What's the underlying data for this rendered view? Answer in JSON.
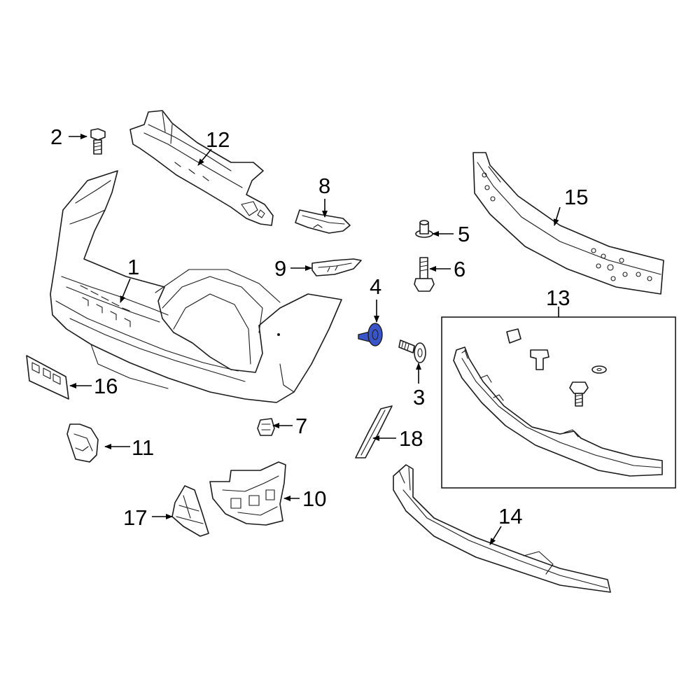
{
  "diagram": {
    "highlight_color": "#3a55c8",
    "highlighted_part": "4",
    "callouts": [
      {
        "id": "c1",
        "label": "1"
      },
      {
        "id": "c2",
        "label": "2"
      },
      {
        "id": "c3",
        "label": "3"
      },
      {
        "id": "c4",
        "label": "4"
      },
      {
        "id": "c5",
        "label": "5"
      },
      {
        "id": "c6",
        "label": "6"
      },
      {
        "id": "c7",
        "label": "7"
      },
      {
        "id": "c8",
        "label": "8"
      },
      {
        "id": "c9",
        "label": "9"
      },
      {
        "id": "c10",
        "label": "10"
      },
      {
        "id": "c11",
        "label": "11"
      },
      {
        "id": "c12",
        "label": "12"
      },
      {
        "id": "c13",
        "label": "13"
      },
      {
        "id": "c14",
        "label": "14"
      },
      {
        "id": "c15",
        "label": "15"
      },
      {
        "id": "c16",
        "label": "16"
      },
      {
        "id": "c17",
        "label": "17"
      },
      {
        "id": "c18",
        "label": "18"
      }
    ]
  }
}
